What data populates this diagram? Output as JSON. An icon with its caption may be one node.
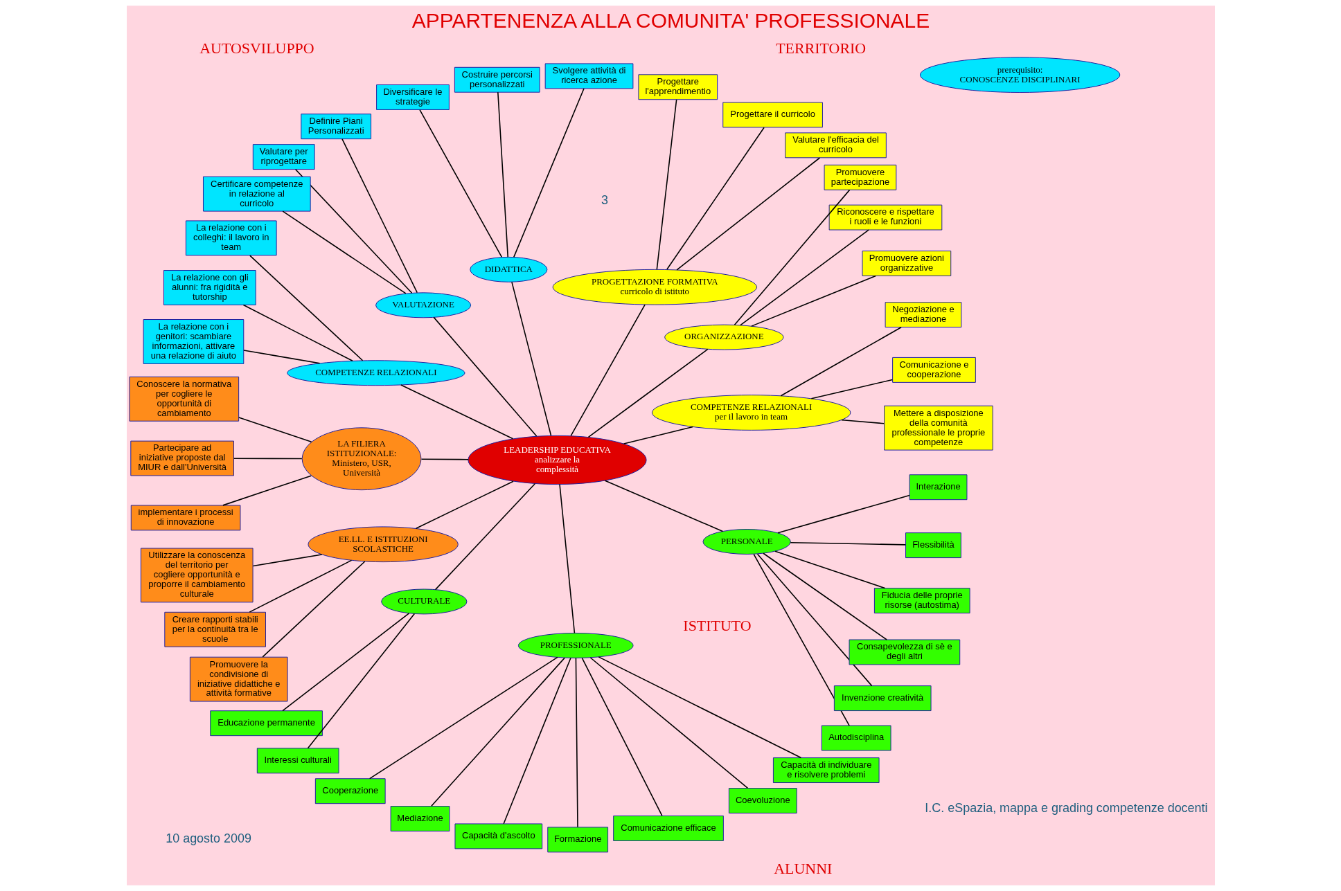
{
  "diagram": {
    "title": "APPARTENENZA ALLA COMUNITA' PROFESSIONALE",
    "nodes": [
      {
        "text": [
          "LEADERSHIP EDUCATIVA",
          "analizzare la complessità"
        ]
      },
      {
        "text": [
          "COMPETENZE RELAZIONALI per il lavoro in team"
        ]
      },
      {
        "text": [
          "Mettere a disposizione della comunità professionale le proprie competenze"
        ]
      },
      {
        "text": [
          "Comunicazione e cooperazione"
        ]
      },
      {
        "text": [
          "Negoziazione e mediazione"
        ]
      },
      {
        "text": [
          "ORGANIZZAZIONE"
        ]
      },
      {
        "text": [
          "Promuovere azioni organizzative"
        ]
      },
      {
        "text": [
          "Riconoscere e rispettare i ruoli e le funzioni"
        ]
      },
      {
        "text": [
          "Promuovere partecipazione"
        ]
      },
      {
        "text": [
          "PROGETTAZIONE FORMATIVA",
          "curricolo di istituto"
        ]
      },
      {
        "text": [
          "Valutare l'efficacia del curricolo"
        ]
      },
      {
        "text": [
          "Progettare il curricolo"
        ]
      },
      {
        "text": [
          "Progettare l'apprendimentio"
        ]
      },
      {
        "text": [
          "DIDATTICA"
        ]
      },
      {
        "text": [
          "Svolgere attività di ricerca azione"
        ]
      },
      {
        "text": [
          "Costruire percorsi personalizzati"
        ]
      },
      {
        "text": [
          "Diversificare le strategie"
        ]
      },
      {
        "text": [
          "VALUTAZIONE"
        ]
      },
      {
        "text": [
          "Definire Piani Personalizzati"
        ]
      },
      {
        "text": [
          "Valutare per riprogettare"
        ]
      },
      {
        "text": [
          "Certificare competenze in relazione al curricolo"
        ]
      },
      {
        "text": [
          "COMPETENZE RELAZIONALI"
        ]
      },
      {
        "text": [
          "La relazione con i colleghi: il lavoro in team"
        ]
      },
      {
        "text": [
          "La relazione con gli alunni: fra rigidità e tutorship"
        ]
      },
      {
        "text": [
          "La relazione con i genitori: scambiare informazioni, attivare una relazione di aiuto"
        ]
      },
      {
        "text": [
          "prerequisito:",
          "CONOSCENZE DISCIPLINARI"
        ]
      },
      {
        "text": [
          "LA FILIERA ISTITUZIONALE: Ministero, USR, Università"
        ]
      },
      {
        "text": [
          "Conoscere la normativa per cogliere le opportunità di cambiamento"
        ]
      },
      {
        "text": [
          "Partecipare ad iniziative proposte dal MIUR e dall'Università"
        ]
      },
      {
        "text": [
          "implementare i processi di innovazione"
        ]
      },
      {
        "text": [
          "EE.LL. E ISTITUZIONI SCOLASTICHE"
        ]
      },
      {
        "text": [
          "Utilizzare la conoscenza del territorio per cogliere opportunità e proporre il cambiamento culturale"
        ]
      },
      {
        "text": [
          "Creare rapporti stabili per la continuità tra le scuole"
        ]
      },
      {
        "text": [
          "Promuovere la condivisione di iniziative didattiche e attività formative"
        ]
      },
      {
        "text": [
          "CULTURALE"
        ]
      },
      {
        "text": [
          "Educazione permanente"
        ]
      },
      {
        "text": [
          "Interessi culturali"
        ]
      },
      {
        "text": [
          "PROFESSIONALE"
        ]
      },
      {
        "text": [
          "Cooperazione"
        ]
      },
      {
        "text": [
          "Mediazione"
        ]
      },
      {
        "text": [
          "Capacità d'ascolto"
        ]
      },
      {
        "text": [
          "Formazione"
        ]
      },
      {
        "text": [
          "Comunicazione efficace"
        ]
      },
      {
        "text": [
          "Coevoluzione"
        ]
      },
      {
        "text": [
          "Capacità di individuare e risolvere problemi"
        ]
      },
      {
        "text": [
          "PERSONALE"
        ]
      },
      {
        "text": [
          "Autodisciplina"
        ]
      },
      {
        "text": [
          "Invenzione creatività"
        ]
      },
      {
        "text": [
          "Consapevolezza di sè e degli altri"
        ]
      },
      {
        "text": [
          "Fiducia delle proprie risorse (autostima)"
        ]
      },
      {
        "text": [
          "Flessibilità"
        ]
      },
      {
        "text": [
          "Interazione"
        ]
      }
    ],
    "edges": [
      {
        "from": 0,
        "to": 1,
        "arrow": "none"
      },
      {
        "from": 1,
        "to": 2,
        "arrow": "none"
      },
      {
        "from": 1,
        "to": 3,
        "arrow": "none"
      },
      {
        "from": 1,
        "to": 4,
        "arrow": "none"
      },
      {
        "from": 0,
        "to": 5,
        "arrow": "none"
      },
      {
        "from": 5,
        "to": 6,
        "arrow": "none"
      },
      {
        "from": 5,
        "to": 7,
        "arrow": "none"
      },
      {
        "from": 5,
        "to": 8,
        "arrow": "none"
      },
      {
        "from": 0,
        "to": 9,
        "arrow": "none"
      },
      {
        "from": 9,
        "to": 10,
        "arrow": "none"
      },
      {
        "from": 9,
        "to": 11,
        "arrow": "none"
      },
      {
        "from": 9,
        "to": 12,
        "arrow": "none"
      },
      {
        "from": 0,
        "to": 13,
        "arrow": "none"
      },
      {
        "from": 13,
        "to": 14,
        "arrow": "none"
      },
      {
        "from": 13,
        "to": 15,
        "arrow": "none"
      },
      {
        "from": 13,
        "to": 16,
        "arrow": "none"
      },
      {
        "from": 0,
        "to": 17,
        "arrow": "none"
      },
      {
        "from": 17,
        "to": 18,
        "arrow": "none"
      },
      {
        "from": 17,
        "to": 19,
        "arrow": "none"
      },
      {
        "from": 17,
        "to": 20,
        "arrow": "none"
      },
      {
        "from": 0,
        "to": 21,
        "arrow": "none"
      },
      {
        "from": 21,
        "to": 22,
        "arrow": "none"
      },
      {
        "from": 21,
        "to": 23,
        "arrow": "none"
      },
      {
        "from": 21,
        "to": 24,
        "arrow": "none"
      },
      {
        "from": 0,
        "to": 26,
        "arrow": "none"
      },
      {
        "from": 26,
        "to": 27,
        "arrow": "none"
      },
      {
        "from": 26,
        "to": 28,
        "arrow": "none"
      },
      {
        "from": 26,
        "to": 29,
        "arrow": "none"
      },
      {
        "from": 0,
        "to": 30,
        "arrow": "none"
      },
      {
        "from": 30,
        "to": 31,
        "arrow": "none"
      },
      {
        "from": 30,
        "to": 32,
        "arrow": "none"
      },
      {
        "from": 30,
        "to": 33,
        "arrow": "none"
      },
      {
        "from": 0,
        "to": 34,
        "arrow": "none"
      },
      {
        "from": 34,
        "to": 35,
        "arrow": "none"
      },
      {
        "from": 34,
        "to": 36,
        "arrow": "none"
      },
      {
        "from": 0,
        "to": 37,
        "arrow": "none"
      },
      {
        "from": 37,
        "to": 38,
        "arrow": "none"
      },
      {
        "from": 37,
        "to": 39,
        "arrow": "none"
      },
      {
        "from": 37,
        "to": 40,
        "arrow": "none"
      },
      {
        "from": 37,
        "to": 41,
        "arrow": "none"
      },
      {
        "from": 37,
        "to": 42,
        "arrow": "none"
      },
      {
        "from": 37,
        "to": 43,
        "arrow": "none"
      },
      {
        "from": 37,
        "to": 44,
        "arrow": "none"
      },
      {
        "from": 0,
        "to": 45,
        "arrow": "none"
      },
      {
        "from": 45,
        "to": 46,
        "arrow": "none"
      },
      {
        "from": 45,
        "to": 47,
        "arrow": "none"
      },
      {
        "from": 45,
        "to": 48,
        "arrow": "none"
      },
      {
        "from": 45,
        "to": 49,
        "arrow": "none"
      },
      {
        "from": 45,
        "to": 50,
        "arrow": "none"
      },
      {
        "from": 45,
        "to": 51,
        "arrow": "none"
      }
    ],
    "labels": [
      "ISTITUTO",
      "ALUNNI",
      "TERRITORIO",
      "AUTOSVILUPPO",
      "10 agosto 2009",
      "I.C. eSpazia, mappa e grading competenze docenti",
      "3"
    ]
  }
}
